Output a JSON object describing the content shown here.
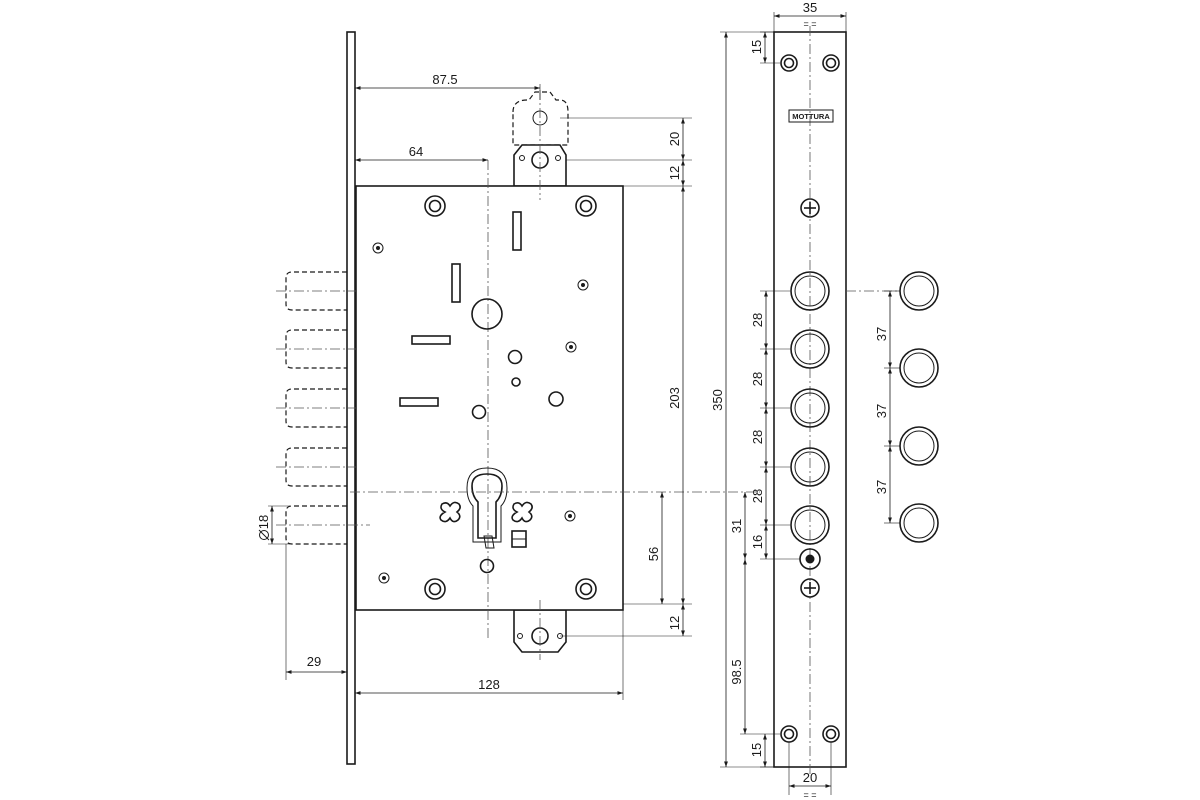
{
  "brand": "MOTTURA",
  "dimensions": {
    "d87_5": "87.5",
    "d64": "64",
    "d20_top": "20",
    "d12_top": "12",
    "d203": "203",
    "d350": "350",
    "d56": "56",
    "d12_bottom": "12",
    "d128": "128",
    "d29": "29",
    "d18": "18",
    "d35": "35",
    "d15_top": "15",
    "d28_1": "28",
    "d28_2": "28",
    "d28_3": "28",
    "d28_4": "28",
    "d31": "31",
    "d16": "16",
    "d98_5": "98.5",
    "d15_bottom": "15",
    "d20_bottom": "20",
    "d37_1": "37",
    "d37_2": "37",
    "d37_3": "37",
    "eq_marks": "= ="
  }
}
